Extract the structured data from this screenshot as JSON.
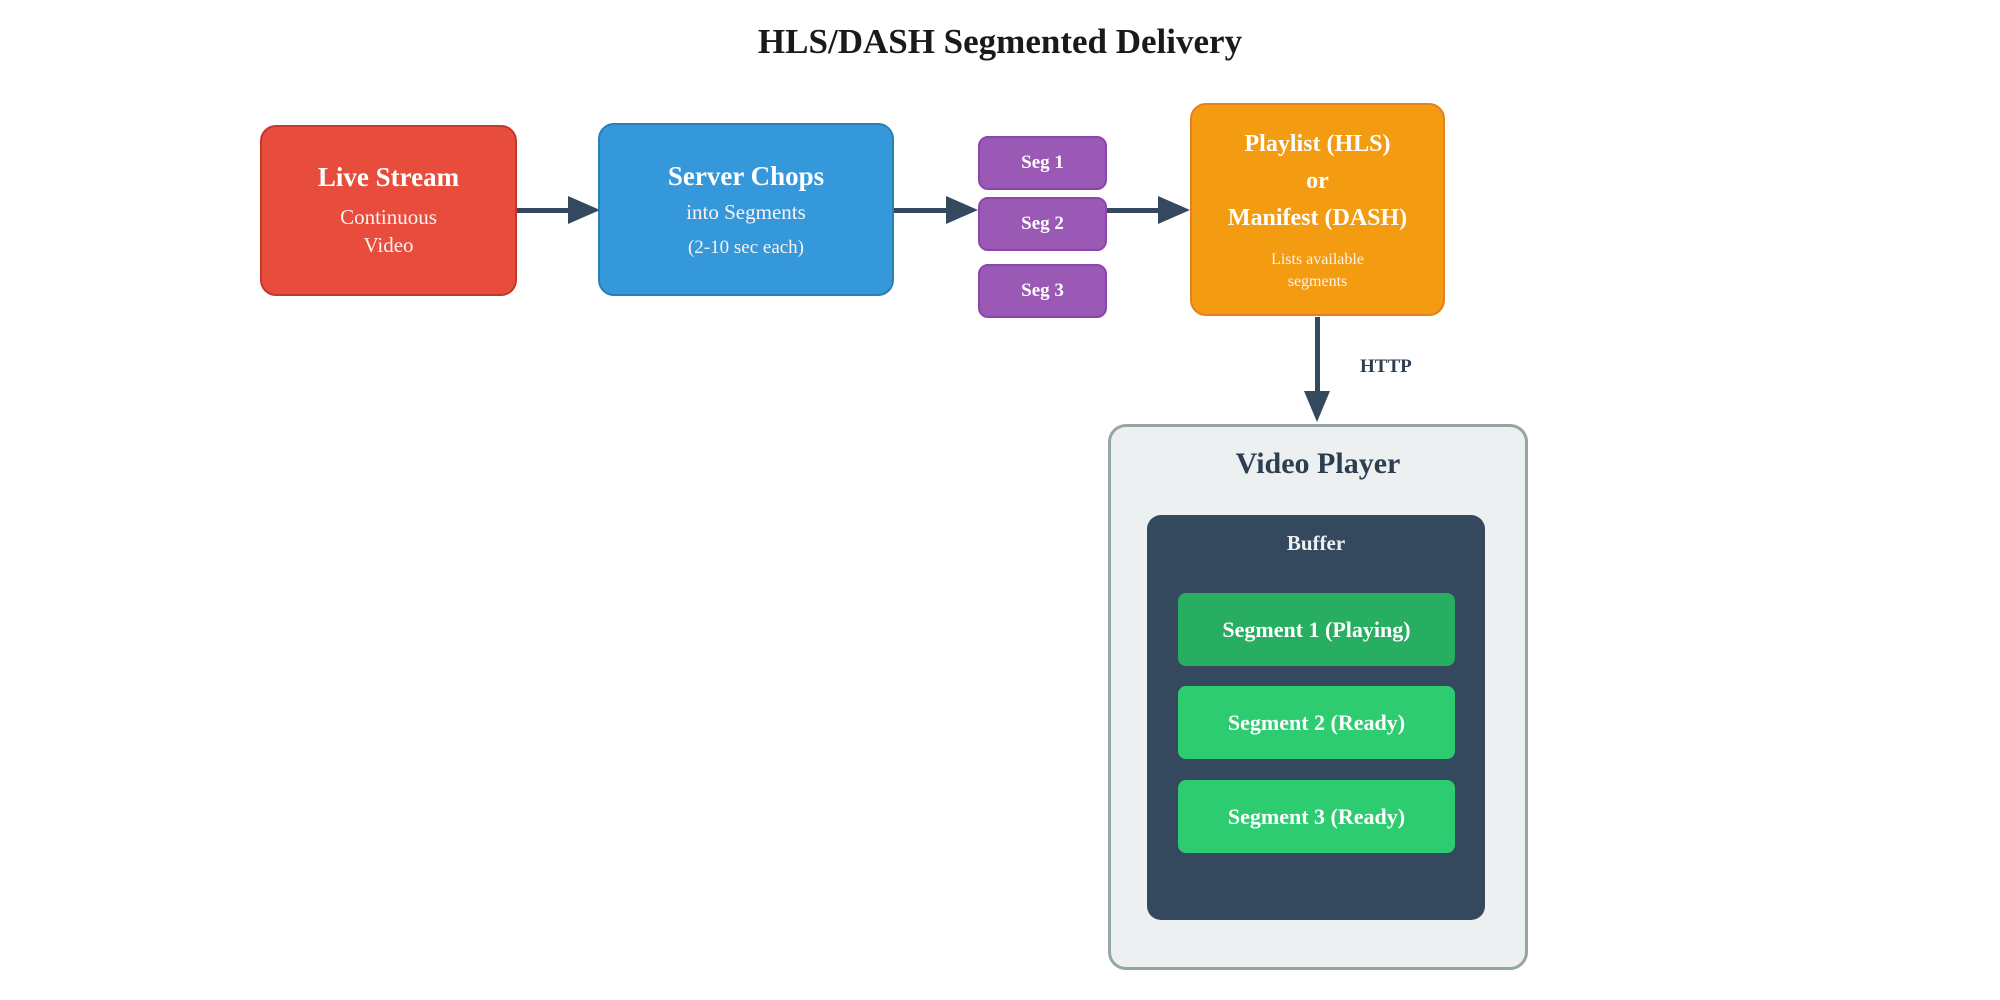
{
  "title": "HLS/DASH Segmented Delivery",
  "flow": {
    "live_stream": {
      "title": "Live Stream",
      "subtitle_lines": [
        "Continuous",
        "Video"
      ],
      "fill": "#e74c3c",
      "border": "#c0392b"
    },
    "server_chops": {
      "title": "Server Chops",
      "subtitle": "into Segments",
      "note": "(2-10 sec each)",
      "fill": "#3498db",
      "border": "#2980b9"
    },
    "segments": {
      "fill": "#9b59b6",
      "border": "#8e44ad",
      "items": [
        {
          "label": "Seg 1"
        },
        {
          "label": "Seg 2"
        },
        {
          "label": "Seg 3"
        }
      ]
    },
    "playlist": {
      "title_lines": [
        "Playlist (HLS)",
        "or",
        "Manifest (DASH)"
      ],
      "subtitle_lines": [
        "Lists available",
        "segments"
      ],
      "fill": "#f39c12",
      "border": "#e67e22"
    },
    "http_label": "HTTP",
    "arrow_color": "#34495e"
  },
  "player": {
    "title": "Video Player",
    "fill": "#ecf0f1",
    "border": "#95a5a6",
    "buffer": {
      "title": "Buffer",
      "fill": "#34495e",
      "segments": [
        {
          "label": "Segment 1 (Playing)",
          "fill": "#27ae60"
        },
        {
          "label": "Segment 2 (Ready)",
          "fill": "#2ecc71"
        },
        {
          "label": "Segment 3 (Ready)",
          "fill": "#2ecc71"
        }
      ]
    }
  }
}
